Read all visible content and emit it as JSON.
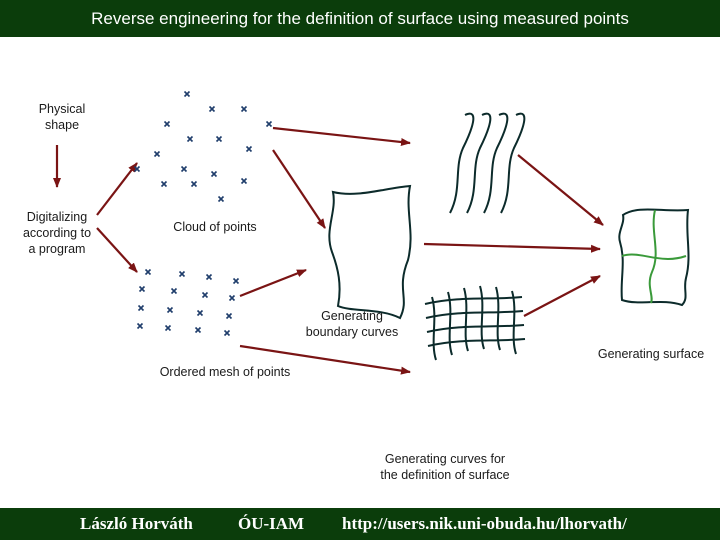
{
  "title": "Reverse engineering for the definition of surface using measured points",
  "labels": {
    "physical_shape": "Physical\nshape",
    "digitalizing": "Digitalizing\naccording to\na program",
    "cloud_of_points": "Cloud of points",
    "ordered_mesh": "Ordered mesh of points",
    "generating_boundary": "Generating\nboundary curves",
    "generating_surface": "Generating surface",
    "generating_curves": "Generating curves for\nthe definition of surface"
  },
  "footer": {
    "author": "László Horváth",
    "institution": "ÓU-IAM",
    "url": "http://users.nik.uni-obuda.hu/lhorvath/"
  },
  "colors": {
    "header_bg": "#0b3d0b",
    "arrow": "#7a1414",
    "points": "#1f3d6b",
    "curves": "#0c2b2b",
    "surface_curves": "#3a9a3a"
  }
}
